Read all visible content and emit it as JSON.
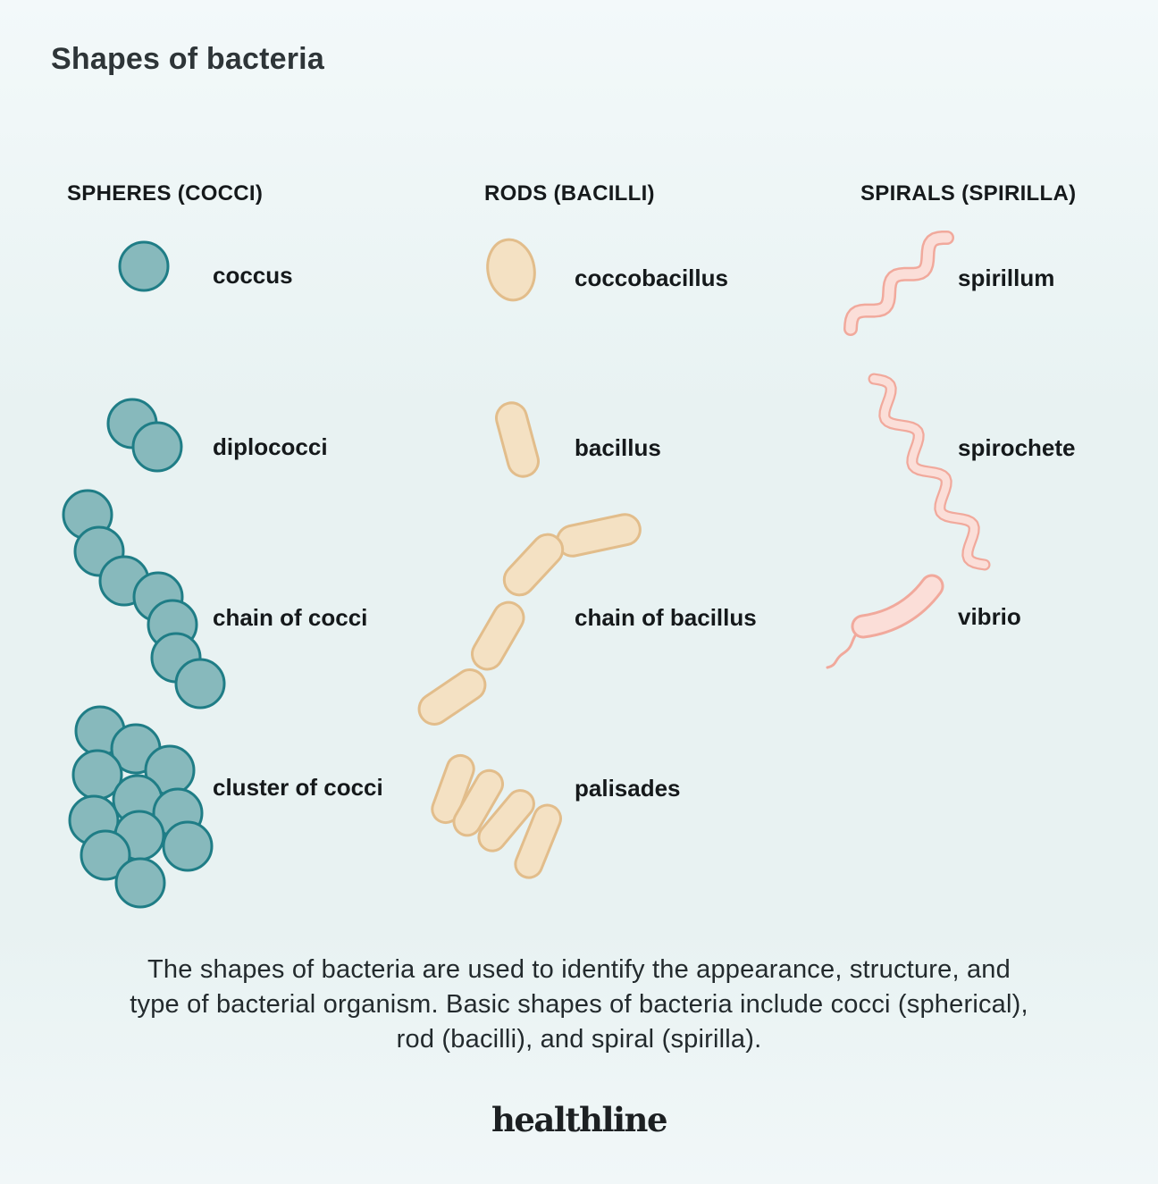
{
  "title": "Shapes of bacteria",
  "columns": [
    {
      "header": "SPHERES (COCCI)",
      "items": [
        {
          "label": "coccus"
        },
        {
          "label": "diplococci"
        },
        {
          "label": "chain of cocci"
        },
        {
          "label": "cluster of cocci"
        }
      ]
    },
    {
      "header": "RODS (BACILLI)",
      "items": [
        {
          "label": "coccobacillus"
        },
        {
          "label": "bacillus"
        },
        {
          "label": "chain of bacillus"
        },
        {
          "label": "palisades"
        }
      ]
    },
    {
      "header": "SPIRALS (SPIRILLA)",
      "items": [
        {
          "label": "spirillum"
        },
        {
          "label": "spirochete"
        },
        {
          "label": "vibrio"
        }
      ]
    }
  ],
  "description": {
    "lines": [
      "The shapes of bacteria are used to identify the appearance, structure, and",
      "type of bacterial organism. Basic shapes of bacteria include cocci (spherical),",
      "rod (bacilli), and spiral (spirilla)."
    ]
  },
  "brand": {
    "logo_text": "healthline"
  },
  "colors": {
    "background": "#e8f2f2",
    "text": "#15191b",
    "cocci_fill": "#87b9bc",
    "cocci_stroke": "#1f7d86",
    "bacilli_fill": "#f4e1c3",
    "bacilli_stroke": "#e2bd8b",
    "spirilla_fill": "#fbded8",
    "spirilla_stroke": "#f1a99c"
  }
}
